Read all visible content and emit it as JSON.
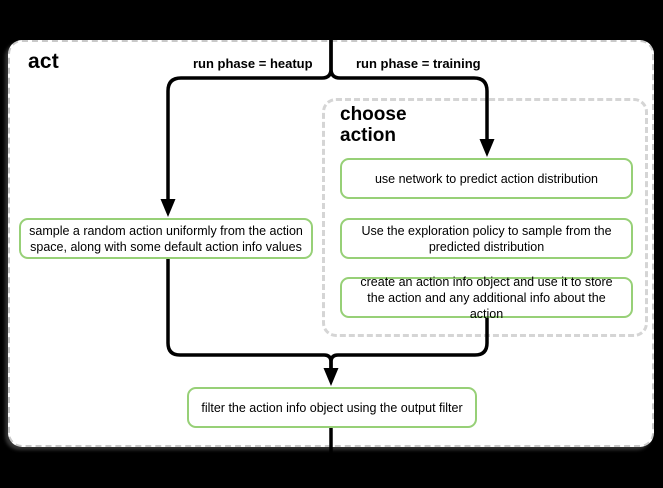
{
  "canvas": {
    "background": "#000000"
  },
  "container": {
    "title": "act",
    "fill": "#ffffff",
    "border_color": "#c9c9c9"
  },
  "branches": {
    "heatup_label": "run phase = heatup",
    "training_label": "run phase = training"
  },
  "group": {
    "title": "choose action",
    "border_color": "#d5d5d5"
  },
  "nodes": {
    "sample_random_action": {
      "text": "sample a random action uniformly from the action space, along with some default action info values"
    },
    "predict_distribution": {
      "text": "use network to predict action distribution"
    },
    "exploration_policy": {
      "text": "Use the exploration policy to sample from the predicted distribution"
    },
    "create_action_info": {
      "text": "create an action info object and use it to store the action and any additional info about the action"
    },
    "filter_output": {
      "text": "filter the action info object using the output filter"
    }
  },
  "style": {
    "node_border_color": "#97d077",
    "edge_color": "#000000"
  }
}
